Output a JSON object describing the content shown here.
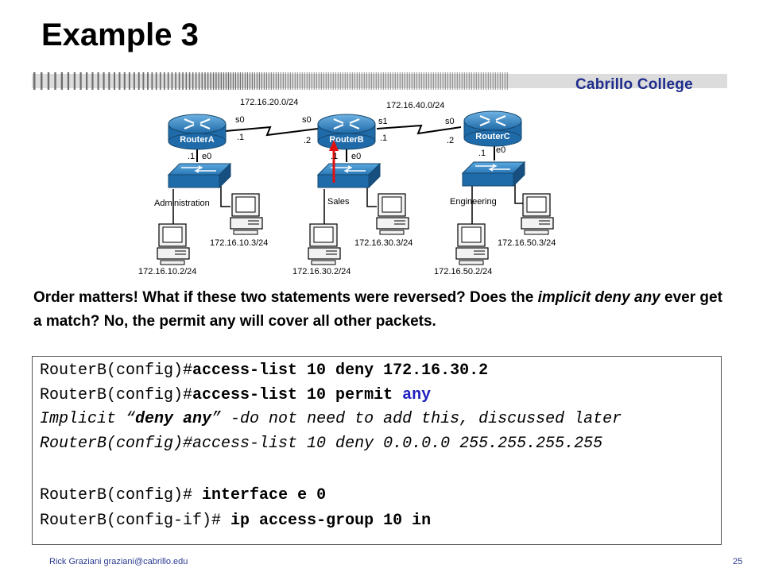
{
  "title": "Example 3",
  "college": "Cabrillo College",
  "diagram": {
    "network_top_left": "172.16.20.0/24",
    "network_top_right": "172.16.40.0/24",
    "routers": [
      {
        "label": "RouterA"
      },
      {
        "label": "RouterB"
      },
      {
        "label": "RouterC"
      }
    ],
    "interfaces": {
      "a_s0": "s0",
      "a_s0_ip": ".1",
      "a_e0_ip": ".1",
      "a_e0": "e0",
      "b_s0": "s0",
      "b_s0_ip": ".2",
      "b_s1": "s1",
      "b_s1_ip": ".1",
      "b_e0_ip": ".1",
      "b_e0": "e0",
      "c_s0": "s0",
      "c_s0_ip": ".2",
      "c_e0_ip": ".1",
      "c_e0": "e0"
    },
    "segments": [
      "Administration",
      "Sales",
      "Engineering"
    ],
    "hosts": [
      "172.16.10.3/24",
      "172.16.10.2/24",
      "172.16.30.3/24",
      "172.16.30.2/24",
      "172.16.50.3/24",
      "172.16.50.2/24"
    ]
  },
  "explanation": {
    "part1": "Order matters!  What if these two statements were reversed?  Does the ",
    "italic": "implicit deny any",
    "part2": " ever get a match? No, the permit any will cover all other packets."
  },
  "code": {
    "l1_prompt": "RouterB(config)#",
    "l1_cmd": "access-list 10 deny 172.16.30.2",
    "l2_prompt": "RouterB(config)#",
    "l2_cmd": "access-list 10 permit ",
    "l2_kw": "any",
    "l3_a": "Implicit “",
    "l3_b": "deny any",
    "l3_c": "” -do not need to add this, discussed later",
    "l4": "RouterB(config)#access-list 10 deny 0.0.0.0 255.255.255.255",
    "l5_prompt": "RouterB(config)# ",
    "l5_cmd": "interface e 0",
    "l6_prompt": "RouterB(config-if)# ",
    "l6_cmd": "ip access-group 10 in"
  },
  "footer": {
    "author": "Rick Graziani  graziani@cabrillo.edu",
    "page": "25"
  },
  "colors": {
    "router": "#2f86c4",
    "college": "#1f2d8c",
    "keyword": "#2020c0",
    "arrow": "#e01010"
  }
}
